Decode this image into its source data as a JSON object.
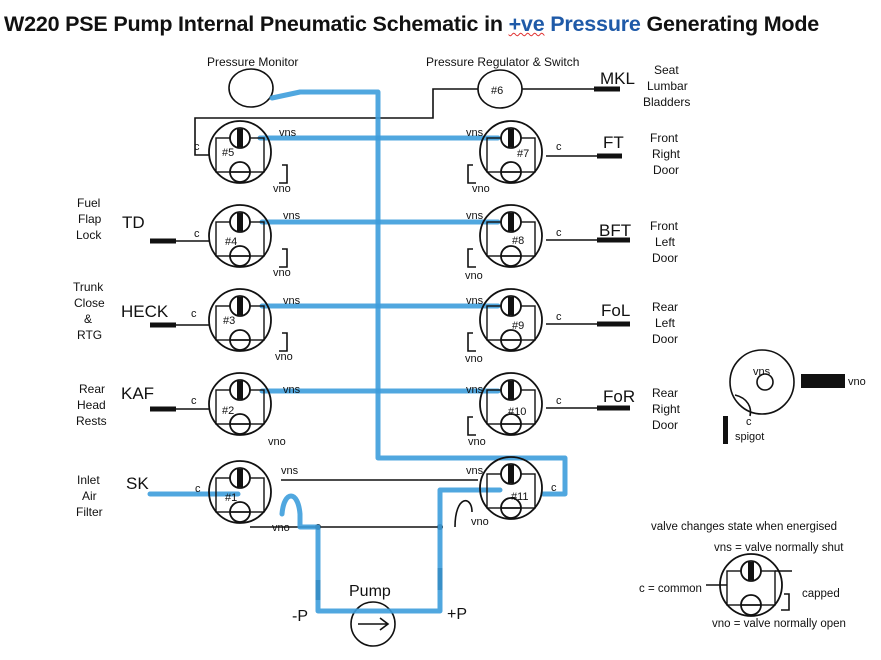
{
  "title": {
    "prefix": "W220 PSE Pump Internal Pneumatic Schematic in ",
    "highlight_1": "+ve",
    "highlight_2": "Pressure",
    "suffix": " Generating Mode"
  },
  "colors": {
    "pressure_line": "#3d9ddc",
    "title_highlight": "#1f5aa8",
    "ink": "#111111"
  },
  "labels": {
    "pressure_monitor": "Pressure Monitor",
    "pressure_regulator": "Pressure Regulator & Switch",
    "regulator_num": "#6",
    "pump": "Pump",
    "minus_p": "-P",
    "plus_p": "+P",
    "vns": "vns",
    "vno": "vno",
    "c": "c"
  },
  "valves": {
    "v1": "#1",
    "v2": "#2",
    "v3": "#3",
    "v4": "#4",
    "v5": "#5",
    "v7": "#7",
    "v8": "#8",
    "v9": "#9",
    "v10": "#10",
    "v11": "#11"
  },
  "ports": {
    "mkl": {
      "tag": "MKL",
      "desc": [
        "Seat",
        "Lumbar",
        "Bladders"
      ]
    },
    "ft": {
      "tag": "FT",
      "desc": [
        "Front",
        "Right",
        "Door"
      ]
    },
    "td": {
      "tag": "TD",
      "desc": [
        "Fuel",
        "Flap",
        "Lock"
      ]
    },
    "bft": {
      "tag": "BFT",
      "desc": [
        "Front",
        "Left",
        "Door"
      ]
    },
    "heck": {
      "tag": "HECK",
      "desc": [
        "Trunk",
        "Close",
        "&",
        "RTG"
      ]
    },
    "fol": {
      "tag": "FoL",
      "desc": [
        "Rear",
        "Left",
        "Door"
      ]
    },
    "kaf": {
      "tag": "KAF",
      "desc": [
        "Rear",
        "Head",
        "Rests"
      ]
    },
    "for": {
      "tag": "FoR",
      "desc": [
        "Rear",
        "Right",
        "Door"
      ]
    },
    "sk": {
      "tag": "SK",
      "desc": [
        "Inlet",
        "Air",
        "Filter"
      ]
    }
  },
  "legend": {
    "spigot": "spigot",
    "vno": "vno",
    "vns": "vns",
    "c": "c",
    "changes": "valve changes state when energised",
    "vns_def": "vns  = valve normally shut",
    "c_def": "c = common",
    "capped": "capped",
    "vno_def": "vno  = valve normally open"
  }
}
